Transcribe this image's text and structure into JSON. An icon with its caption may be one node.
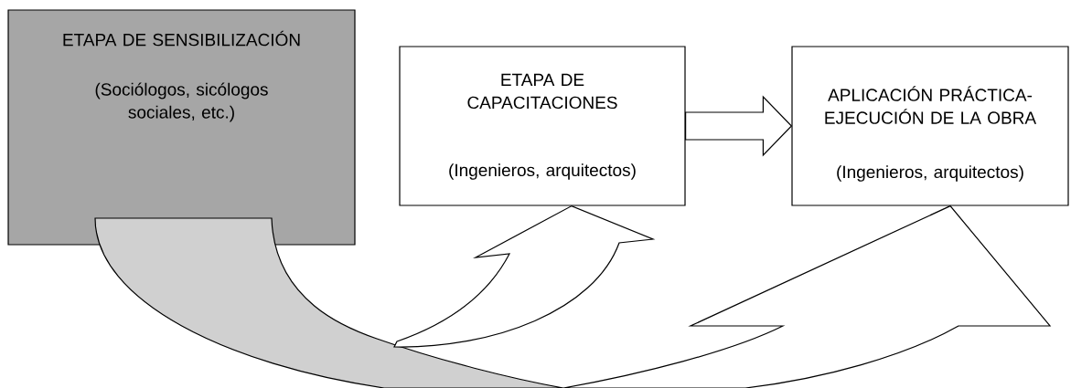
{
  "diagram": {
    "nodes": [
      {
        "text": [
          "ETAPA DE SENSIBILIZACIÓN",
          "(Sociólogos, sicólogos sociales, etc.)"
        ]
      },
      {
        "text": [
          "ETAPA DE CAPACITACIONES",
          "(Ingenieros, arquitectos)"
        ]
      },
      {
        "text": [
          "APLICACIÓN PRÁCTICA- EJECUCIÓN DE LA OBRA",
          "(Ingenieros, arquitectos)"
        ]
      }
    ],
    "edges": [
      {
        "from": 1,
        "to": 2,
        "arrow": "to"
      },
      {
        "from": 0,
        "to": 1,
        "arrow": "to"
      },
      {
        "from": 0,
        "to": 2,
        "arrow": "to"
      }
    ]
  }
}
